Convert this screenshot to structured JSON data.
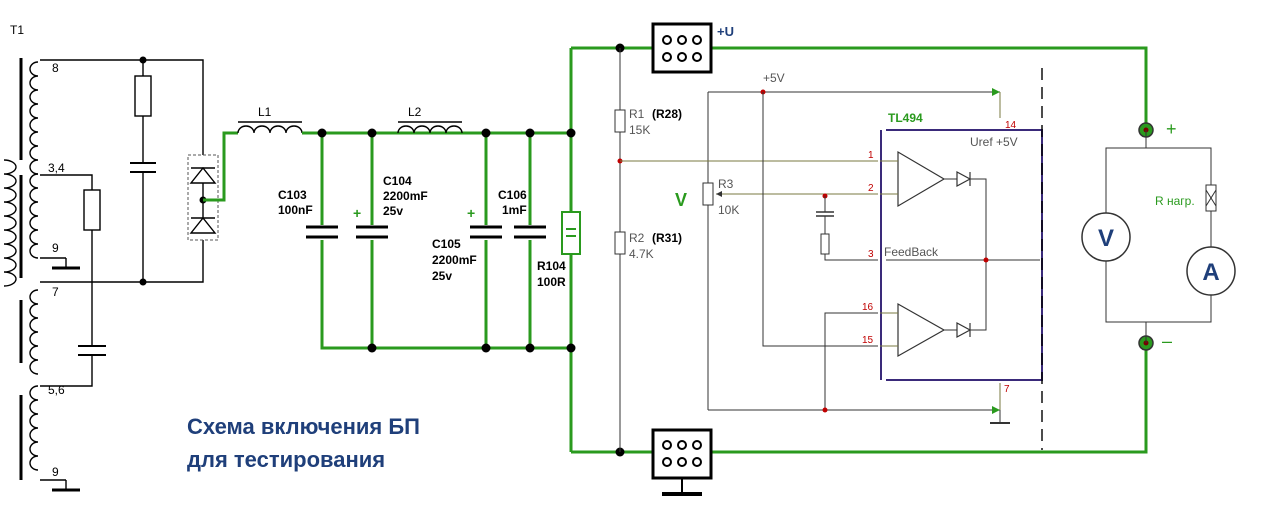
{
  "transformer": {
    "name": "T1",
    "taps": [
      "8",
      "3,4",
      "9",
      "7",
      "5,6",
      "9"
    ]
  },
  "inductors": {
    "l1": "L1",
    "l2": "L2"
  },
  "caps": {
    "c103": {
      "name": "C103",
      "value": "100nF"
    },
    "c104": {
      "name": "C104",
      "value": "2200mF",
      "voltage": "25v"
    },
    "c105": {
      "name": "C105",
      "value": "2200mF",
      "voltage": "25v"
    },
    "c106": {
      "name": "C106",
      "value": "1mF"
    }
  },
  "r104": {
    "name": "R104",
    "value": "100R"
  },
  "r1": {
    "name": "R1",
    "alt": "(R28)",
    "value": "15K"
  },
  "r2": {
    "name": "R2",
    "alt": "(R31)",
    "value": "4.7K"
  },
  "r3": {
    "name": "R3",
    "value": "10K"
  },
  "v_label": "V",
  "plus_u": "+U",
  "plus_5v": "+5V",
  "ic": {
    "name": "TL494",
    "uref": "Uref +5V",
    "feedback": "FeedBack",
    "pins": [
      "14",
      "1",
      "2",
      "3",
      "16",
      "15",
      "7"
    ]
  },
  "load": {
    "label": "R нагр.",
    "voltmeter": "V",
    "ammeter": "A",
    "plus": "+",
    "minus": "–"
  },
  "caption": {
    "line1": "Схема включения БП",
    "line2": "для тестирования"
  },
  "colors": {
    "wire": "#2a9a1e",
    "caption": "#1f3f7a",
    "pin": "#c00000"
  }
}
